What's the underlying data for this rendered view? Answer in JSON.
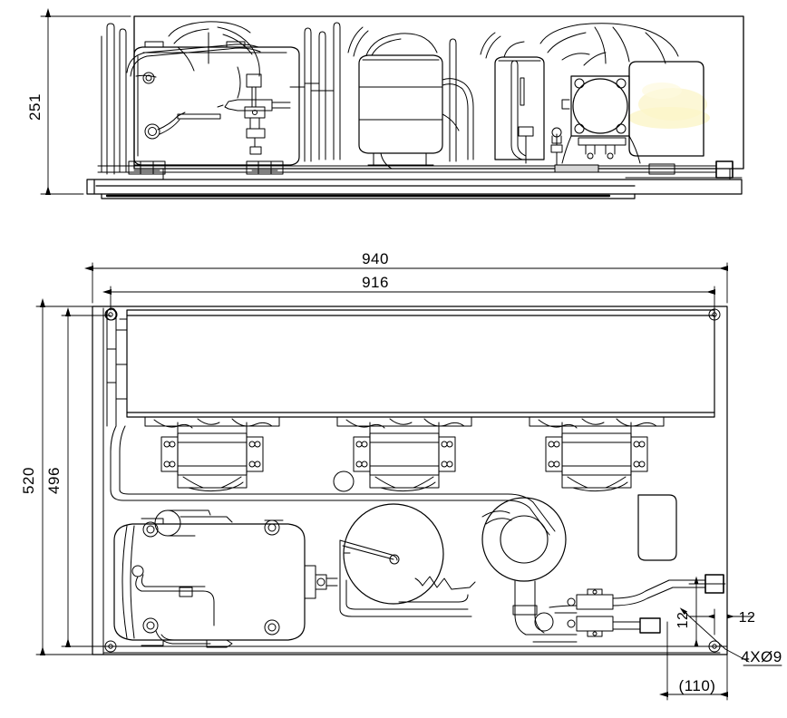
{
  "drawing": {
    "type": "engineering-assembly-drawing",
    "title": "Refrigeration Condensing Unit - Front Elevation and Plan View",
    "units": "mm",
    "line_color": "#000000",
    "background_color": "#ffffff",
    "highlight_color": "#fcf8d8"
  },
  "views": {
    "front": {
      "name": "front-elevation-view",
      "label": ""
    },
    "plan": {
      "name": "plan-view",
      "label": ""
    }
  },
  "dimensions": {
    "height_251": {
      "value": "251",
      "orientation": "vertical",
      "view": "front"
    },
    "width_940": {
      "value": "940",
      "orientation": "horizontal",
      "view": "plan"
    },
    "width_916": {
      "value": "916",
      "orientation": "horizontal",
      "view": "plan"
    },
    "depth_520": {
      "value": "520",
      "orientation": "vertical",
      "view": "plan"
    },
    "depth_496": {
      "value": "496",
      "orientation": "vertical",
      "view": "plan"
    },
    "offset_v_12": {
      "value": "12",
      "orientation": "vertical",
      "view": "plan"
    },
    "offset_h_12": {
      "value": "12",
      "orientation": "horizontal",
      "view": "plan"
    },
    "ref_110": {
      "value": "(110)",
      "orientation": "horizontal",
      "view": "plan"
    },
    "holes_note": {
      "value": "4XØ9",
      "orientation": "leader",
      "view": "plan"
    }
  },
  "components": {
    "condenser_coil": "condenser-coil-block",
    "fans": [
      "fan-assembly-1",
      "fan-assembly-2",
      "fan-assembly-3"
    ],
    "compressor": "compressor-body",
    "receiver": "liquid-receiver-tank",
    "accumulator": "suction-accumulator",
    "control_box": "electrical-control-box",
    "base_frame": "base-frame-rail",
    "mounting_holes": "4-mounting-holes-dia-9",
    "piping": "refrigerant-piping-network"
  }
}
